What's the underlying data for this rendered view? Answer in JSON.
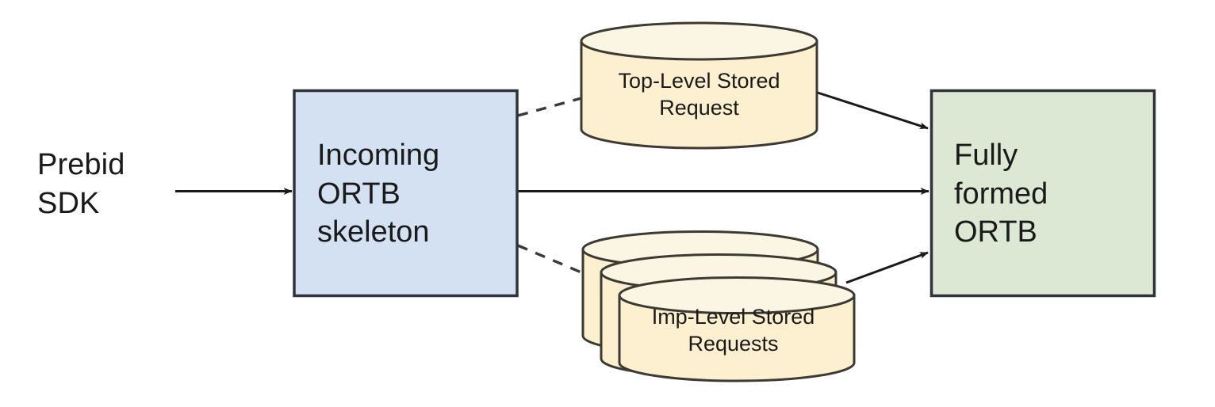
{
  "diagram": {
    "title": "Prebid Server ORTB stored request merge flow",
    "background": "#ffffff",
    "nodes": {
      "prebid_sdk": {
        "label": "Prebid\nSDK",
        "shape": "text",
        "text_color": "#1a1a1a"
      },
      "incoming_ortb": {
        "label": "Incoming\nORTB\nskeleton",
        "shape": "rectangle",
        "fill": "#d4e1f2",
        "stroke": "#30343a",
        "text_color": "#1a1a1a"
      },
      "top_level_stored_request": {
        "label": "Top-Level Stored\nRequest",
        "shape": "cylinder",
        "fill": "#fdf0d0",
        "stroke": "#3d3a33",
        "text_color": "#1a1a1a"
      },
      "imp_level_stored_requests": {
        "label": "Imp-Level Stored\nRequests",
        "shape": "cylinder-stack",
        "stack_count": 3,
        "fill": "#fdf0d0",
        "stroke": "#3d3a33",
        "text_color": "#1a1a1a"
      },
      "fully_formed_ortb": {
        "label": "Fully\nformed\nORTB",
        "shape": "rectangle",
        "fill": "#dce8d4",
        "stroke": "#30343a",
        "text_color": "#1a1a1a"
      }
    },
    "edges": [
      {
        "id": "sdk-to-incoming",
        "from": "prebid_sdk",
        "to": "incoming_ortb",
        "style": "solid",
        "arrowhead": "end",
        "color": "#1a1a1a"
      },
      {
        "id": "incoming-to-top-stored",
        "from": "incoming_ortb",
        "to": "top_level_stored_request",
        "style": "dashed",
        "arrowhead": "none",
        "color": "#3a3a3a"
      },
      {
        "id": "incoming-to-fully-formed",
        "from": "incoming_ortb",
        "to": "fully_formed_ortb",
        "style": "solid",
        "arrowhead": "end",
        "color": "#1a1a1a"
      },
      {
        "id": "incoming-to-imp-stored",
        "from": "incoming_ortb",
        "to": "imp_level_stored_requests",
        "style": "dashed",
        "arrowhead": "none",
        "color": "#3a3a3a"
      },
      {
        "id": "top-stored-to-fully-formed",
        "from": "top_level_stored_request",
        "to": "fully_formed_ortb",
        "style": "solid",
        "arrowhead": "end",
        "color": "#1a1a1a"
      },
      {
        "id": "imp-stored-to-fully-formed",
        "from": "imp_level_stored_requests",
        "to": "fully_formed_ortb",
        "style": "solid",
        "arrowhead": "end",
        "color": "#1a1a1a"
      }
    ]
  }
}
